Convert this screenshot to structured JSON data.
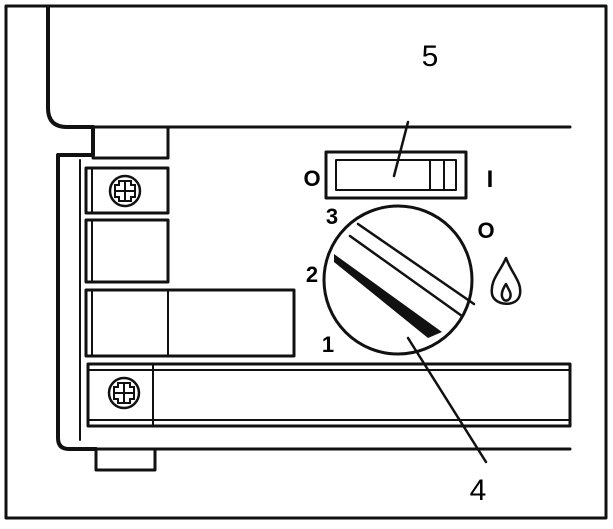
{
  "callouts": {
    "switch_number": "5",
    "knob_number": "4"
  },
  "switch": {
    "off_symbol": "O",
    "on_symbol": "I"
  },
  "knob": {
    "position_1": "1",
    "position_2": "2",
    "position_3": "3",
    "off_symbol": "O"
  },
  "icons": {
    "flame": "flame-icon",
    "screw": "phillips-screw-icon"
  },
  "colors": {
    "line": "#111111",
    "background": "#ffffff"
  }
}
